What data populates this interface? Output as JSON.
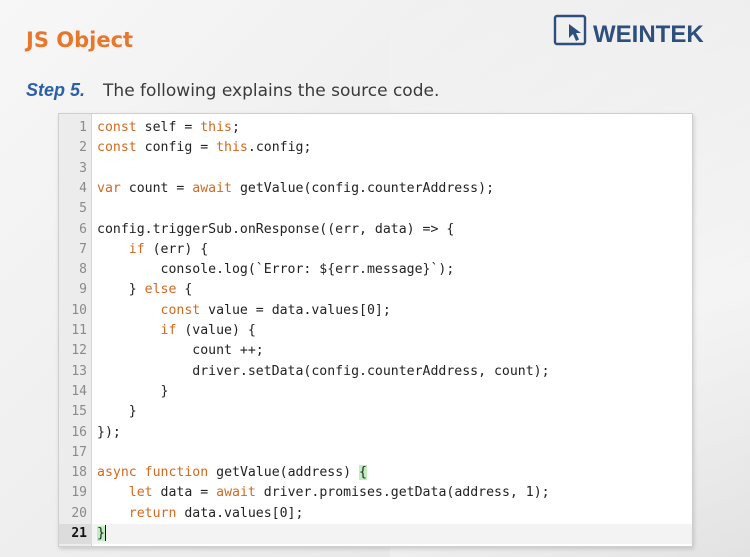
{
  "header": {
    "title": "JS Object",
    "logo_text": "WEINTEK"
  },
  "step": {
    "number": "Step 5.",
    "text": "The following explains the source code."
  },
  "colors": {
    "title": "#e8762b",
    "step": "#2b5fa6",
    "keyword": "#d2691e",
    "bracket_highlight": "#bfeebf",
    "logo": "#2e4f7e"
  },
  "code": {
    "active_line": 21,
    "lines": [
      "const self = this;",
      "const config = this.config;",
      "",
      "var count = await getValue(config.counterAddress);",
      "",
      "config.triggerSub.onResponse((err, data) => {",
      "    if (err) {",
      "        console.log(`Error: ${err.message}`);",
      "    } else {",
      "        const value = data.values[0];",
      "        if (value) {",
      "            count ++;",
      "            driver.setData(config.counterAddress, count);",
      "        }",
      "    }",
      "});",
      "",
      "async function getValue(address) {",
      "    let data = await driver.promises.getData(address, 1);",
      "    return data.values[0];",
      "}"
    ]
  }
}
